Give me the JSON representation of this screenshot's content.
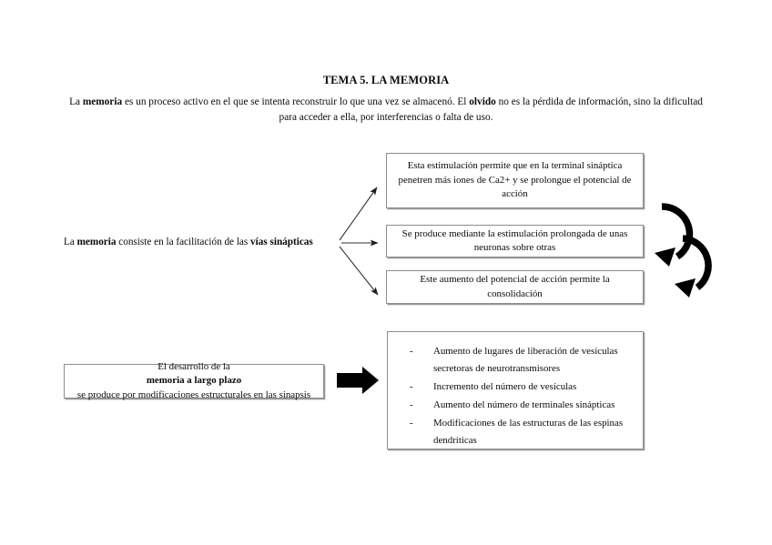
{
  "document": {
    "title": "TEMA 5. LA MEMORIA",
    "intro": {
      "part1": "La ",
      "bold1": "memoria",
      "part2": " es un proceso activo en el que se intenta reconstruir lo que una vez se almacenó. El ",
      "bold2": "olvido",
      "part3": " no es la pérdida de información, sino la dificultad para acceder a ella, por interferencias o falta de uso."
    }
  },
  "section_upper": {
    "statement": {
      "part1": "La ",
      "bold1": "memoria",
      "part2": " consiste en la facilitación de las ",
      "bold2": "vías sinápticas"
    },
    "boxes": [
      {
        "id": "box-ca",
        "text": "Esta estimulación permite que en la terminal sináptica penetren más iones de Ca2+ y se prolongue el potencial de acción"
      },
      {
        "id": "box-est",
        "text": "Se produce mediante la estimulación prolongada de unas neuronas sobre otras"
      },
      {
        "id": "box-cons",
        "text": "Este aumento del potencial de acción permite la consolidación"
      }
    ]
  },
  "section_lower": {
    "statement": {
      "part1": "El desarrollo de la ",
      "bold1": "memoria a largo plazo",
      "part2": " se produce por modificaciones estructurales en las sinapsis"
    },
    "list": {
      "bullet_marker": "-",
      "items": [
        "Aumento de lugares de liberación de vesículas secretoras de neurotransmisores",
        "Incremento del número de vesículas",
        "Aumento del número de terminales sinápticas",
        "Modificaciones de las estructuras de las espinas dendríticas"
      ]
    }
  },
  "decorations": {
    "curved_arrows_count": 2,
    "block_arrow": "block-arrow-right",
    "thin_arrows_count": 3
  },
  "colors": {
    "text": "#0a0a0a",
    "box_border": "#8d8d8d",
    "box_shadow": "#9a9a9a",
    "arrow": "#000000",
    "page_background": "#ffffff"
  }
}
